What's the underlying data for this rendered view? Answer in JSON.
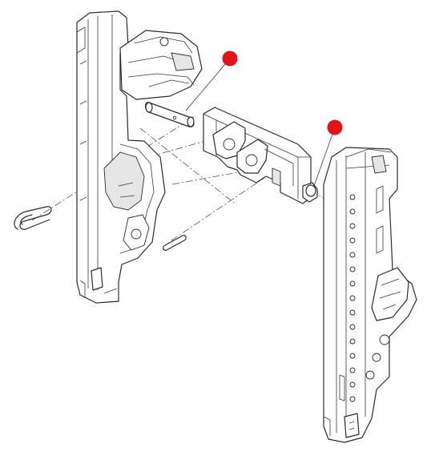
{
  "diagram": {
    "type": "exploded-assembly-illustration",
    "callout_color": "#e3141c",
    "line_color": "#2b2b2b",
    "background": "#ffffff",
    "callouts": [
      {
        "name": "callout-marker-pin"
      },
      {
        "name": "callout-marker-stud"
      }
    ]
  }
}
